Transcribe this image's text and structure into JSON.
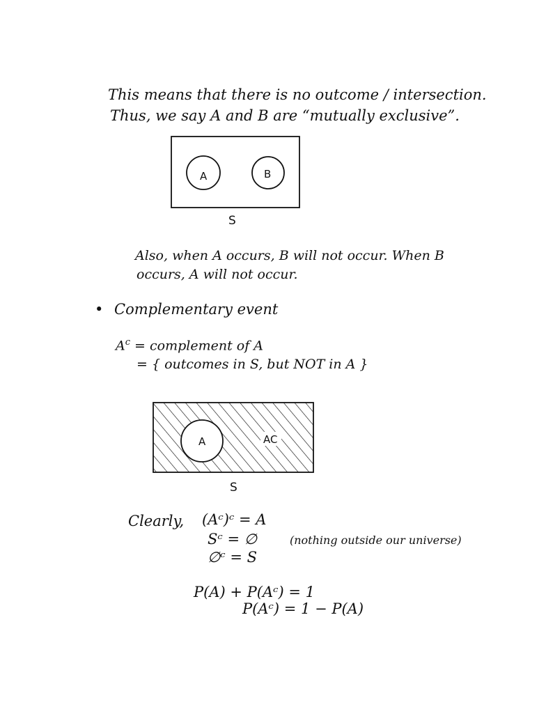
{
  "intro": {
    "line1": "This means that there is no outcome / intersection.",
    "line2": "Thus, we say A and B are “mutually exclusive”."
  },
  "venn1": {
    "label_a": "A",
    "label_b": "B",
    "label_s": "S"
  },
  "also": {
    "line1": "Also, when A occurs, B will not occur. When B",
    "line2": "occurs, A will not occur."
  },
  "complement": {
    "bullet": "•",
    "heading": "Complementary event",
    "def_lhs": "A",
    "def_sup": "c",
    "def_line1": " = complement of A",
    "def_line2": "= { outcomes in S, but NOT in A }"
  },
  "venn2": {
    "label_a": "A",
    "label_ac": "AC",
    "label_s": "S"
  },
  "identities": {
    "clearly": "Clearly,",
    "eq1": "(Aᶜ)ᶜ = A",
    "eq2": "Sᶜ = ∅",
    "eq3": "∅ᶜ = S",
    "note": "(nothing outside our universe)"
  },
  "probability": {
    "eq1": "P(A) + P(Aᶜ) = 1",
    "eq2": "P(Aᶜ) = 1 − P(A)"
  }
}
